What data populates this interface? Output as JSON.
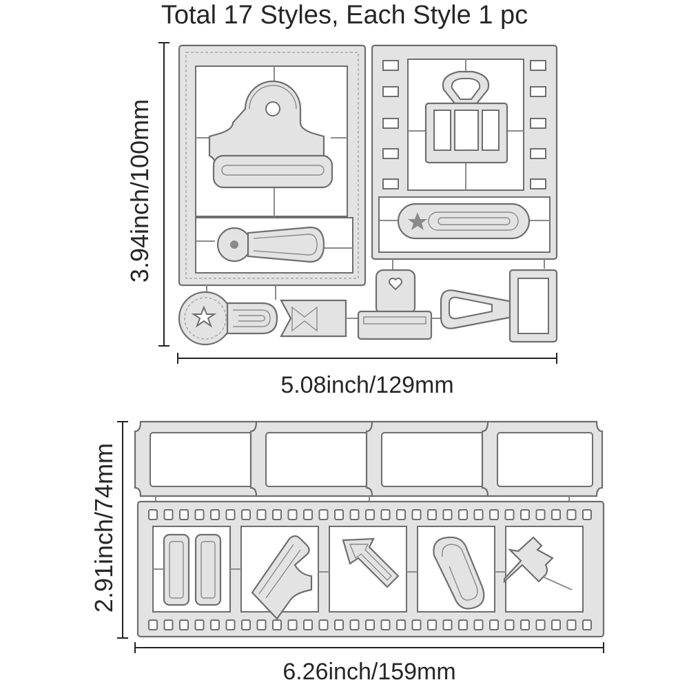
{
  "title": "Total 17 Styles, Each Style 1 pc",
  "set1": {
    "height_label": "3.94inch/100mm",
    "width_label": "5.08inch/129mm"
  },
  "set2": {
    "height_label": "2.91inch/74mm",
    "width_label": "6.26inch/159mm"
  },
  "icons": {
    "set1": [
      "bulldog-clip-icon",
      "binder-clip-icon",
      "flower-hair-clip-icon",
      "star-paperclip-icon",
      "star-circle-paperclip-icon",
      "flag-tag-icon",
      "heart-clip-icon",
      "binder-clip-side-icon"
    ],
    "set2": [
      "ticket-frame-icon",
      "film-strip-icon",
      "double-tag-icon",
      "bulldog-clip-tilted-icon",
      "arrow-icon",
      "paperclip-icon",
      "push-pin-icon"
    ]
  }
}
